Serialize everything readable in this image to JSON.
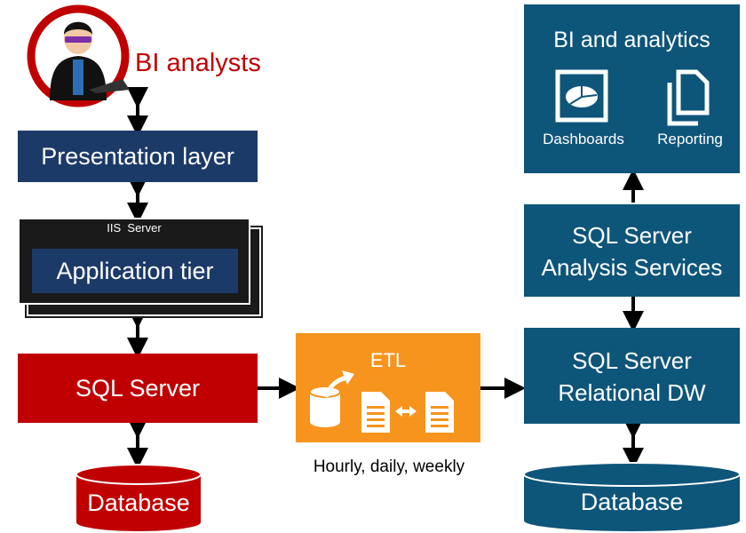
{
  "user": {
    "label": "BI analysts",
    "icon": "person-with-laptop-icon",
    "ring_color": "#c00000"
  },
  "left_stack": {
    "presentation": "Presentation layer",
    "server_caption": "IIS  Server",
    "app_tier": "Application tier",
    "sql_server": "SQL Server",
    "database": "Database"
  },
  "etl": {
    "title": "ETL",
    "caption": "Hourly, daily, weekly"
  },
  "right_stack": {
    "bi_title": "BI and analytics",
    "dashboards": "Dashboards",
    "reporting": "Reporting",
    "ssas_line1": "SQL Server",
    "ssas_line2": "Analysis Services",
    "dw_line1": "SQL Server",
    "dw_line2": "Relational DW",
    "database": "Database"
  },
  "colors": {
    "navy": "#1c3a68",
    "teal": "#0e557a",
    "red": "#c00000",
    "orange": "#f7941d",
    "server_dark": "#1a1a1a"
  }
}
